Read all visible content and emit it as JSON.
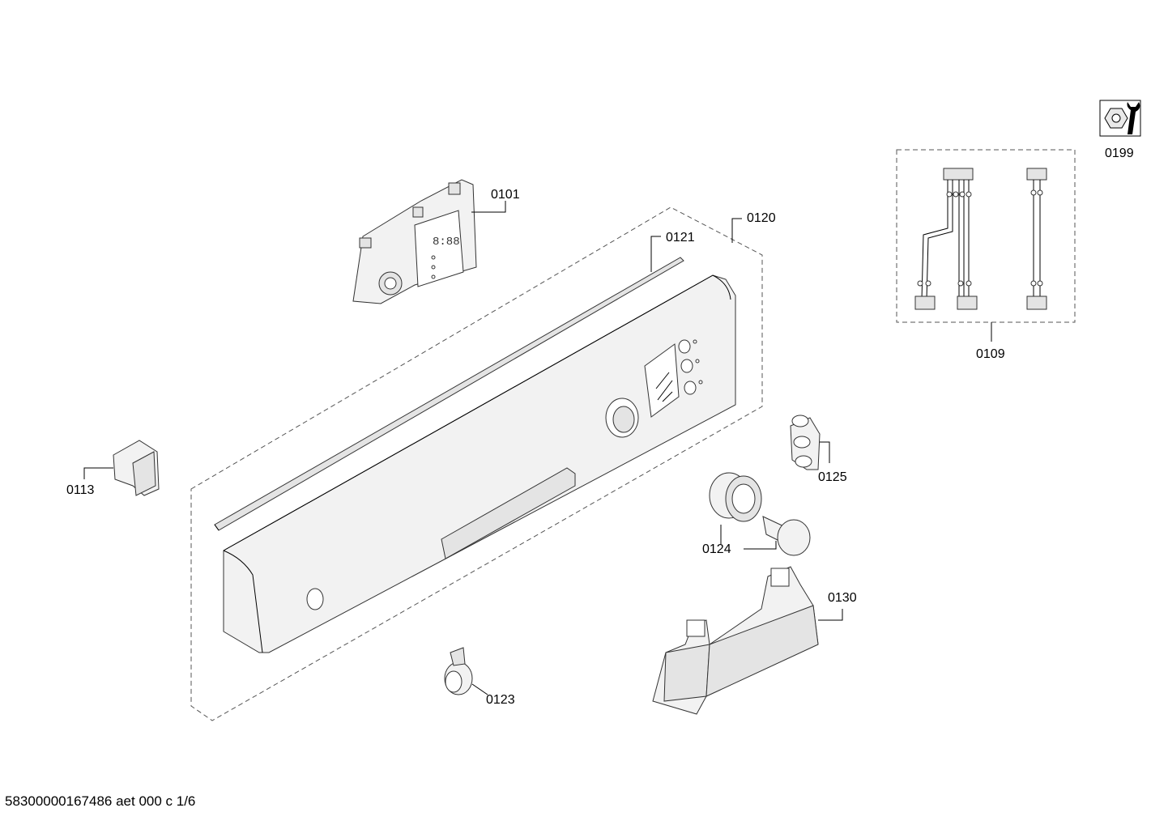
{
  "callouts": {
    "p0101": "0101",
    "p0109": "0109",
    "p0113": "0113",
    "p0120": "0120",
    "p0121": "0121",
    "p0123": "0123",
    "p0124": "0124",
    "p0125": "0125",
    "p0130": "0130",
    "p0199": "0199"
  },
  "footer": {
    "doc_id": "58300000167486 aet 000 c 1/6"
  },
  "icons": {
    "service": "wrench-nut-icon"
  }
}
